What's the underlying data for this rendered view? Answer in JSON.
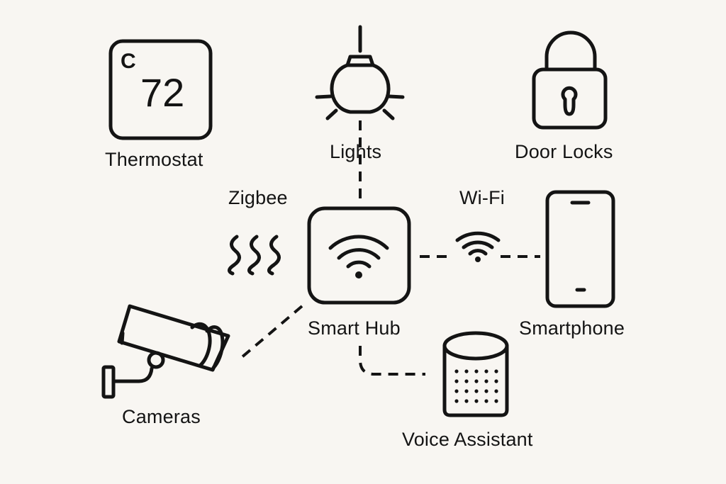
{
  "colors": {
    "background": "#f8f6f2",
    "ink": "#141414"
  },
  "hub": {
    "label": "Smart Hub",
    "icon": "wifi-hub-icon"
  },
  "protocols": {
    "zigbee": "Zigbee",
    "wifi": "Wi-Fi"
  },
  "devices": {
    "thermostat": {
      "label": "Thermostat",
      "unit": "C",
      "reading": "72",
      "icon": "thermostat-icon"
    },
    "lights": {
      "label": "Lights",
      "icon": "light-bulb-icon"
    },
    "door_locks": {
      "label": "Door Locks",
      "icon": "padlock-icon"
    },
    "smartphone": {
      "label": "Smartphone",
      "icon": "smartphone-icon"
    },
    "cameras": {
      "label": "Cameras",
      "icon": "security-camera-icon"
    },
    "voice_assistant": {
      "label": "Voice Assistant",
      "icon": "smart-speaker-icon"
    }
  }
}
